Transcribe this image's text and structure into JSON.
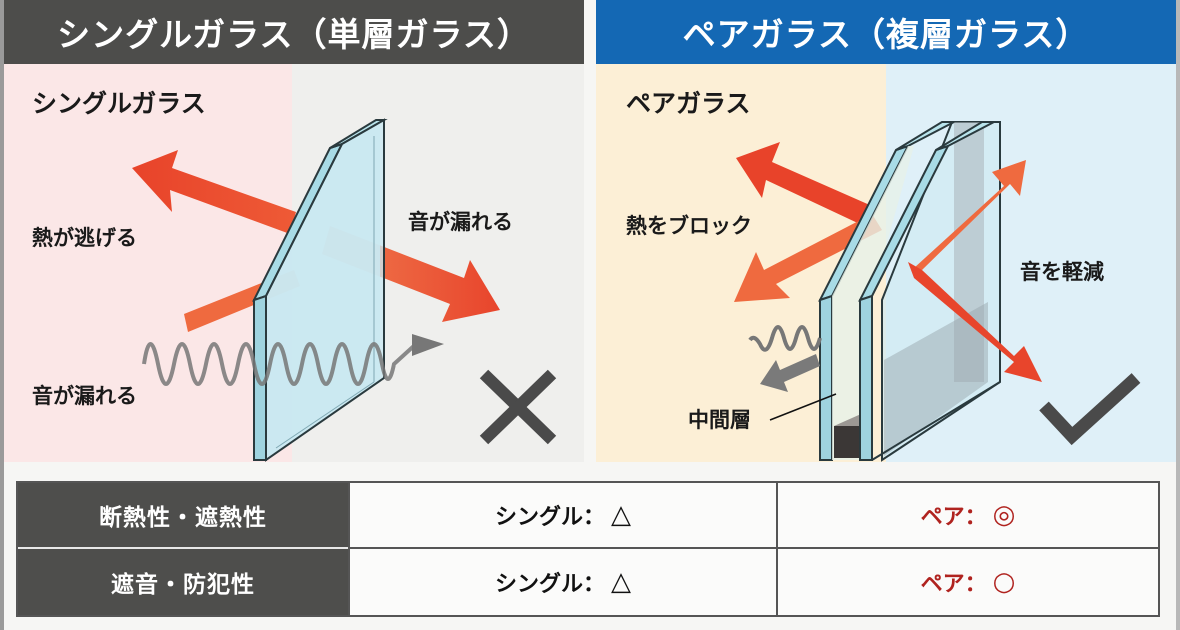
{
  "single_panel": {
    "header": "シングルガラス（単層ガラス）",
    "title": "シングルガラス",
    "labels": {
      "heat": "熱が逃げる",
      "sound_right": "音が漏れる",
      "sound_left": "音が漏れる"
    },
    "verdict_icon": "cross-icon",
    "colors": {
      "header_bg": "#4d4d4b",
      "left_bg": "#fbe7e7",
      "right_bg": "#efefed"
    }
  },
  "pair_panel": {
    "header": "ペアガラス（複層ガラス）",
    "title": "ペアガラス",
    "labels": {
      "heat": "熱をブロック",
      "sound": "音を軽減",
      "middle_layer": "中間層"
    },
    "verdict_icon": "check-icon",
    "colors": {
      "header_bg": "#1468b4",
      "left_bg": "#fcefd6",
      "right_bg": "#dff0f8"
    }
  },
  "comparison": {
    "rows": [
      {
        "header": "断熱性・遮熱性",
        "single": "シングル：",
        "single_mark": "△",
        "pair": "ペア：",
        "pair_mark": "◎"
      },
      {
        "header": "遮音・防犯性",
        "single": "シングル：",
        "single_mark": "△",
        "pair": "ペア：",
        "pair_mark": "○"
      }
    ],
    "colors": {
      "header_bg": "#4e4e4c",
      "pair_text": "#b0231f",
      "single_text": "#111111"
    }
  },
  "colors": {
    "arrow_red": "#e8452c",
    "arrow_orange": "#ef6a3f",
    "glass": "#bfe3ee",
    "glass_edge": "#9fd3df",
    "wave_gray": "#7a7a7a"
  }
}
